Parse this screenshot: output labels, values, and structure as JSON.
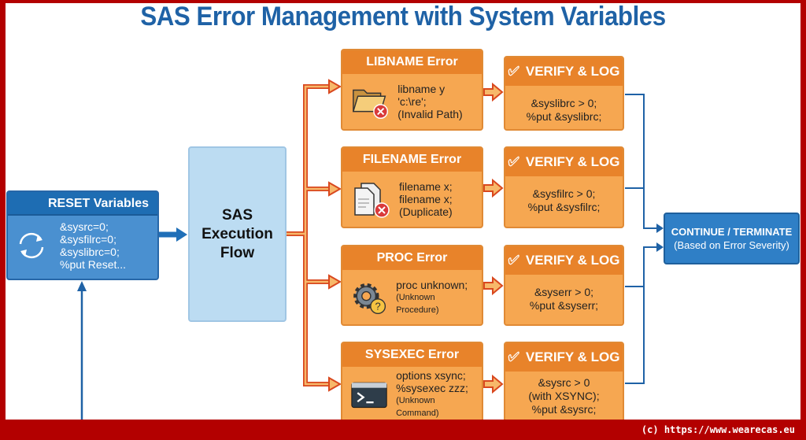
{
  "title": "SAS Error Management with System Variables",
  "reset": {
    "title": "RESET Variables",
    "icon": "refresh-icon",
    "lines": [
      "&sysrc=0;",
      "&sysfilrc=0;",
      "&syslibrc=0;",
      "%put Reset..."
    ]
  },
  "sas": {
    "lines": [
      "SAS",
      "Execution",
      "Flow"
    ]
  },
  "errors": [
    {
      "title": "LIBNAME Error",
      "icon": "folder-error-icon",
      "lines": [
        "libname y 'c:\\re';",
        "(Invalid Path)"
      ]
    },
    {
      "title": "FILENAME Error",
      "icon": "duplicate-file-error-icon",
      "lines": [
        "filename x;",
        "filename x;",
        "(Duplicate)"
      ]
    },
    {
      "title": "PROC Error",
      "icon": "gear-question-icon",
      "lines": [
        "proc unknown;",
        "(Unknown Procedure)"
      ]
    },
    {
      "title": "SYSEXEC Error",
      "icon": "terminal-icon",
      "lines": [
        "options xsync;",
        "%sysexec zzz;",
        "(Unknown Command)"
      ]
    }
  ],
  "verify": [
    {
      "title": "VERIFY & LOG",
      "lines": [
        "&syslibrc > 0;",
        "%put &syslibrc;"
      ]
    },
    {
      "title": "VERIFY & LOG",
      "lines": [
        "&sysfilrc > 0;",
        "%put &sysfilrc;"
      ]
    },
    {
      "title": "VERIFY & LOG",
      "lines": [
        "&syserr > 0;",
        "%put &syserr;"
      ]
    },
    {
      "title": "VERIFY & LOG",
      "lines": [
        "&sysrc > 0",
        "(with XSYNC);",
        "%put &sysrc;"
      ]
    }
  ],
  "outcome": {
    "title": "CONTINUE / TERMINATE",
    "subtitle": "(Based on Error Severity)"
  },
  "footer": "(c) https://www.wearecas.eu",
  "colors": {
    "frame": "#b30000",
    "title": "#1f62a6",
    "orange": "#e8832a",
    "blue": "#2f7fc6"
  }
}
